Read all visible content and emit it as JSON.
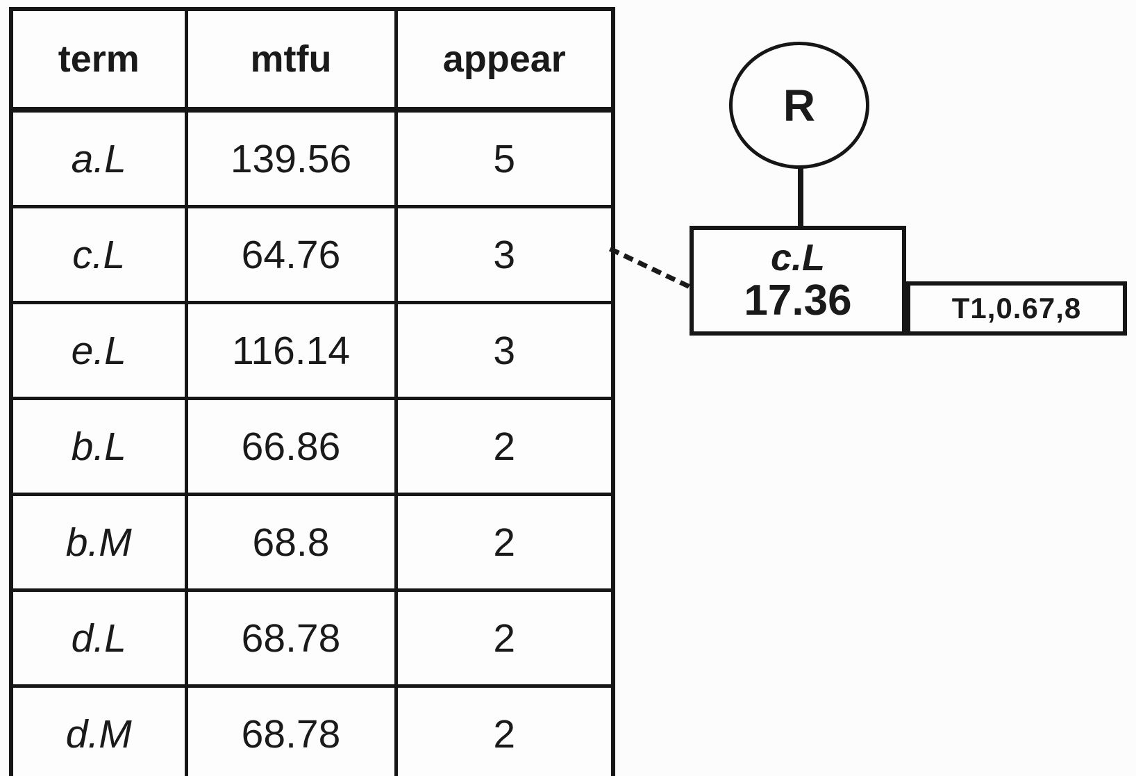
{
  "table": {
    "headers": [
      "term",
      "mtfu",
      "appear"
    ],
    "rows": [
      [
        "a.L",
        "139.56",
        "5"
      ],
      [
        "c.L",
        "64.76",
        "3"
      ],
      [
        "e.L",
        "116.14",
        "3"
      ],
      [
        "b.L",
        "66.86",
        "2"
      ],
      [
        "b.M",
        "68.8",
        "2"
      ],
      [
        "d.L",
        "68.78",
        "2"
      ],
      [
        "d.M",
        "68.78",
        "2"
      ]
    ]
  },
  "diagram": {
    "root_label": "R",
    "node_label": "c.L",
    "node_value": "17.36",
    "annotation": "T1,0.67,8"
  },
  "colors": {
    "ink": "#1a1a1a",
    "line": "#161616",
    "background": "#fcfcfc"
  }
}
